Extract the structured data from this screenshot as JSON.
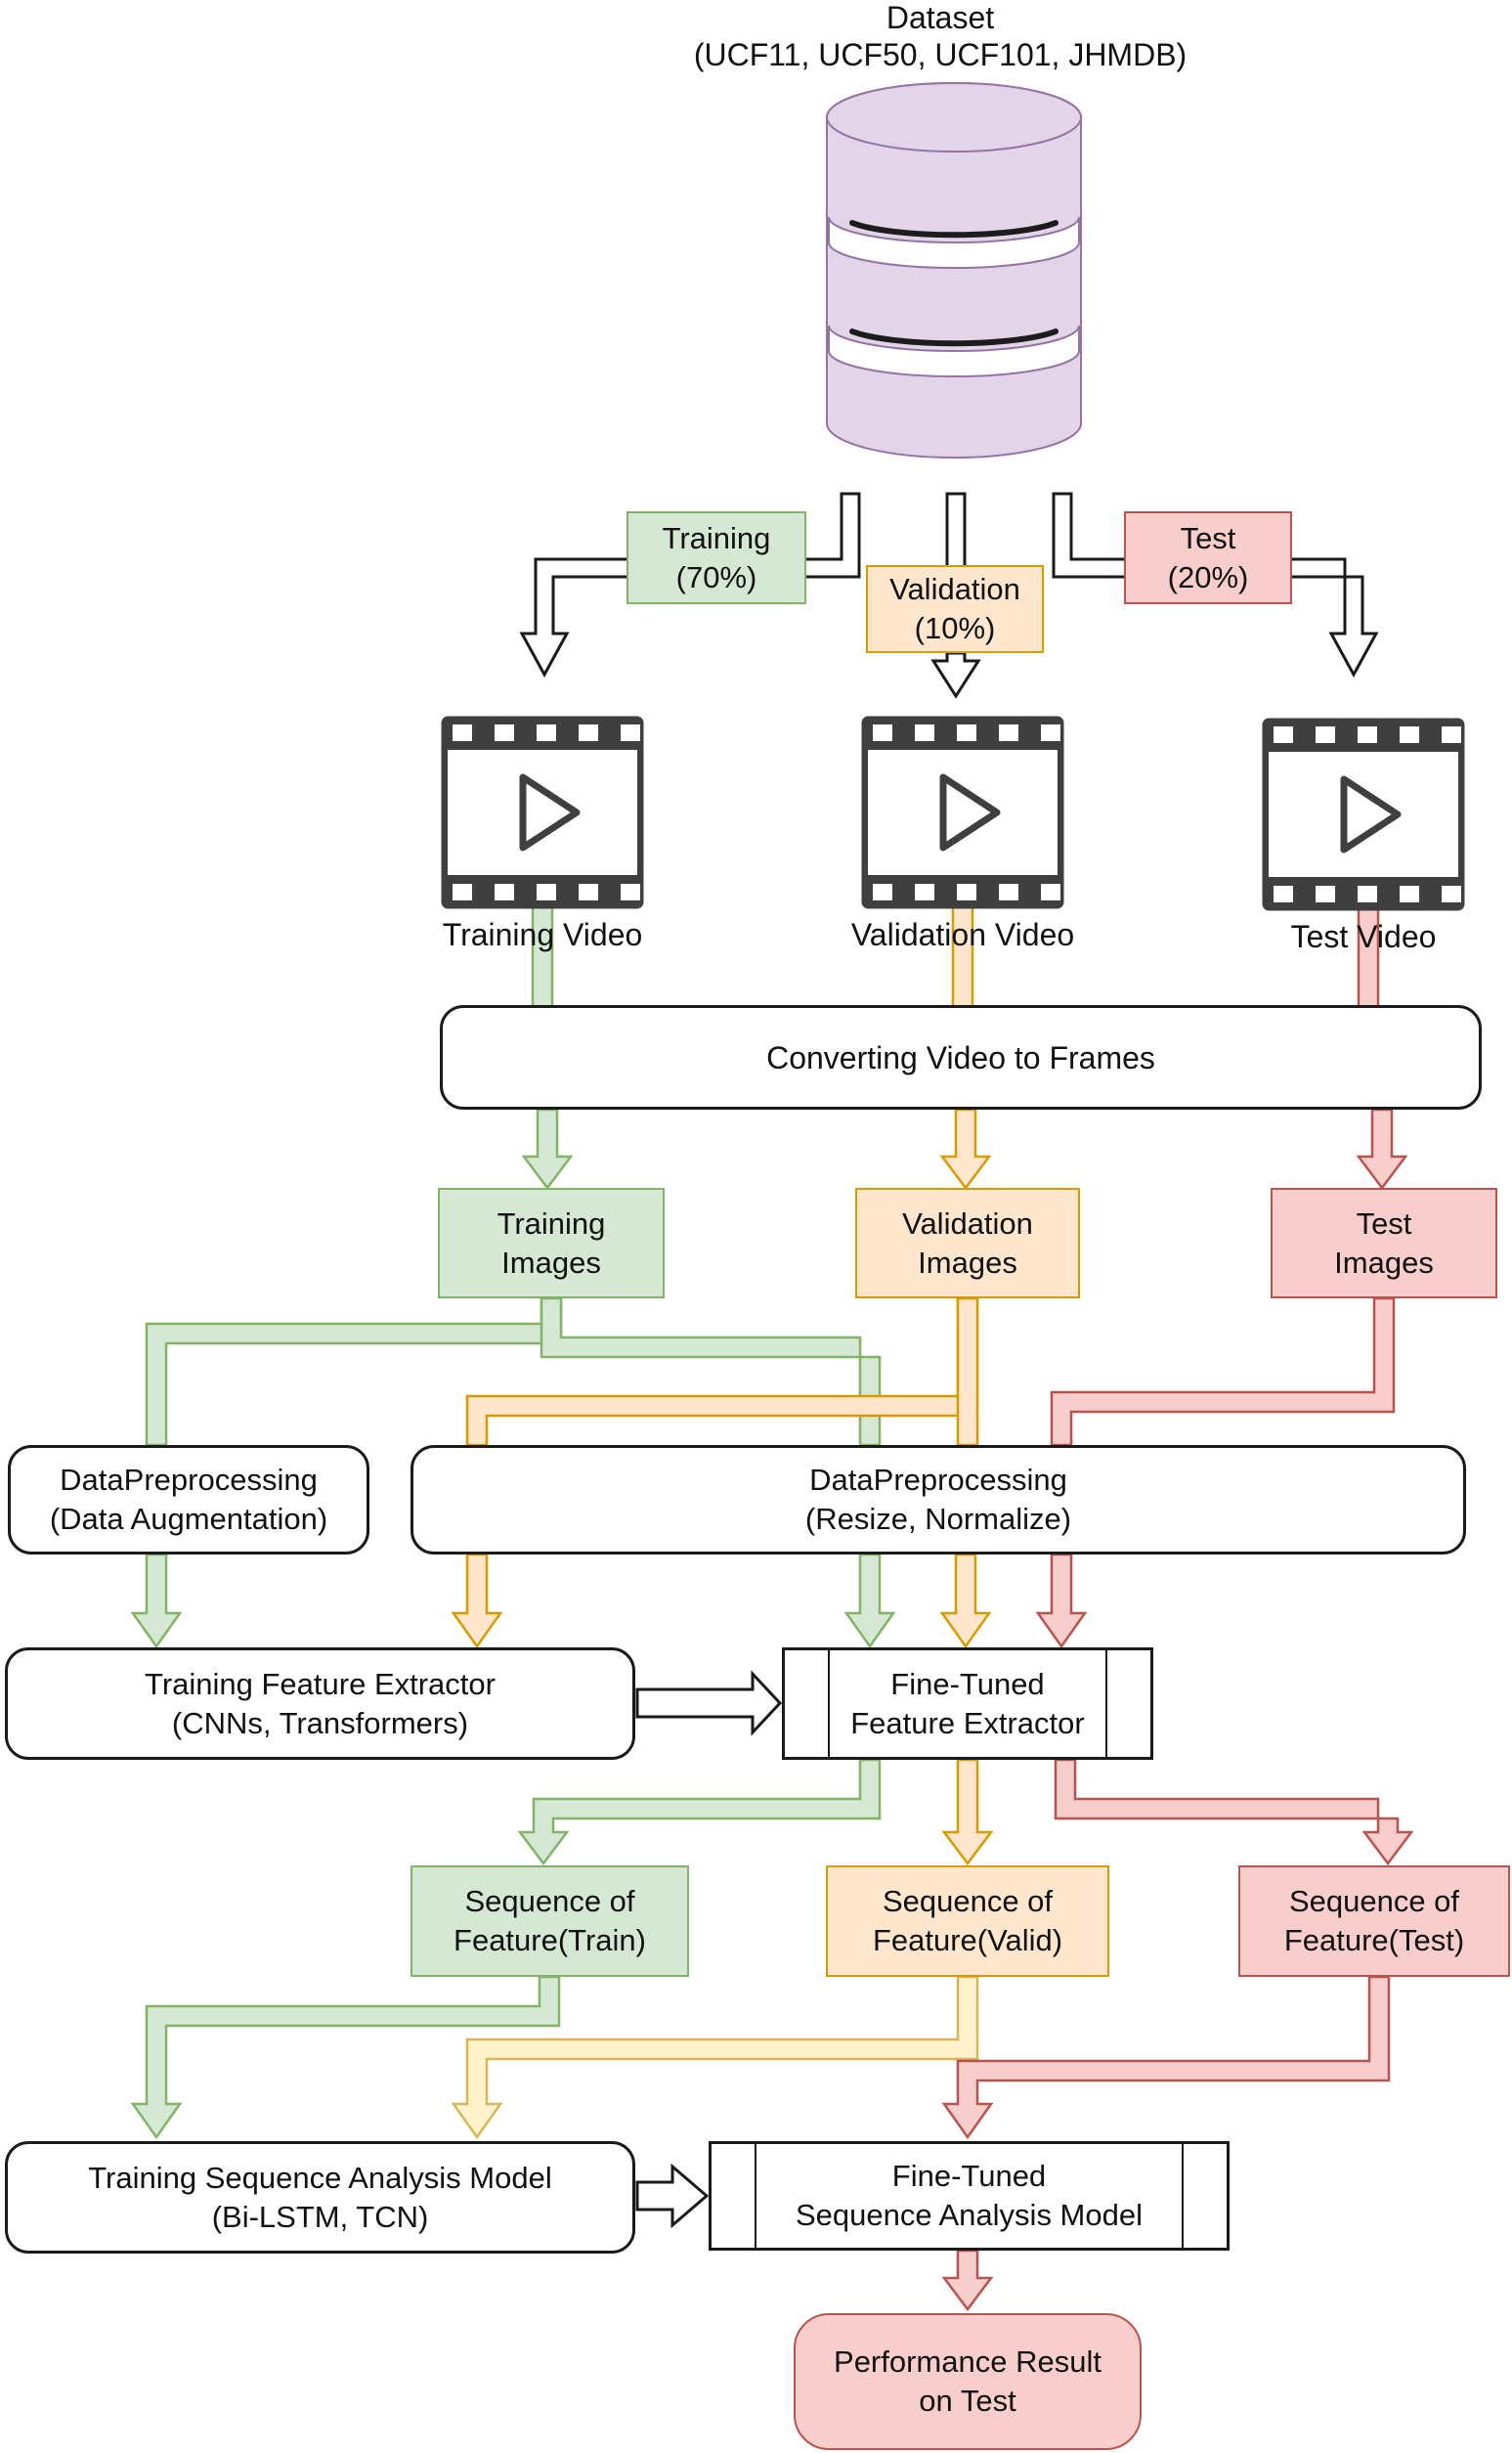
{
  "colors": {
    "green_fill": "#D5E8D4",
    "green_stroke": "#82B366",
    "orange_fill": "#FFE6CC",
    "orange_stroke": "#D79B00",
    "yellow_fill": "#FFF2CC",
    "yellow_stroke": "#D6B656",
    "red_fill": "#F8CECC",
    "red_stroke": "#B85450",
    "purple_fill": "#E1D5E7",
    "purple_stroke": "#9673A6",
    "ink": "#1A1A1A",
    "film": "#3F3F3F",
    "paper": "#FFFFFF"
  },
  "header": {
    "title": "Dataset",
    "subtitle": "(UCF11, UCF50, UCF101, JHMDB)"
  },
  "icons": {
    "dataset": "database-cylinder-icon",
    "video": "film-strip-play-icon"
  },
  "splits": {
    "training": {
      "l1": "Training",
      "l2": "(70%)"
    },
    "validation": {
      "l1": "Validation",
      "l2": "(10%)"
    },
    "test": {
      "l1": "Test",
      "l2": "(20%)"
    }
  },
  "videos": {
    "training": "Training Video",
    "validation": "Validation Video",
    "test": "Test Video"
  },
  "converting": {
    "label": "Converting Video to Frames"
  },
  "images": {
    "training": {
      "l1": "Training",
      "l2": "Images"
    },
    "validation": {
      "l1": "Validation",
      "l2": "Images"
    },
    "test": {
      "l1": "Test",
      "l2": "Images"
    }
  },
  "preprocessing": {
    "augment": {
      "l1": "DataPreprocessing",
      "l2": "(Data Augmentation)"
    },
    "resize": {
      "l1": "DataPreprocessing",
      "l2": "(Resize, Normalize)"
    }
  },
  "extractors": {
    "training": {
      "l1": "Training Feature Extractor",
      "l2": "(CNNs, Transformers)"
    },
    "finetuned": {
      "l1": "Fine-Tuned",
      "l2": "Feature Extractor"
    }
  },
  "sequences": {
    "train": {
      "l1": "Sequence of",
      "l2": "Feature(Train)"
    },
    "valid": {
      "l1": "Sequence of",
      "l2": "Feature(Valid)"
    },
    "test": {
      "l1": "Sequence of",
      "l2": "Feature(Test)"
    }
  },
  "models": {
    "training": {
      "l1": "Training Sequence Analysis Model",
      "l2": "(Bi-LSTM, TCN)"
    },
    "finetuned": {
      "l1": "Fine-Tuned",
      "l2": "Sequence Analysis Model"
    }
  },
  "result": {
    "l1": "Performance Result",
    "l2": "on Test"
  }
}
